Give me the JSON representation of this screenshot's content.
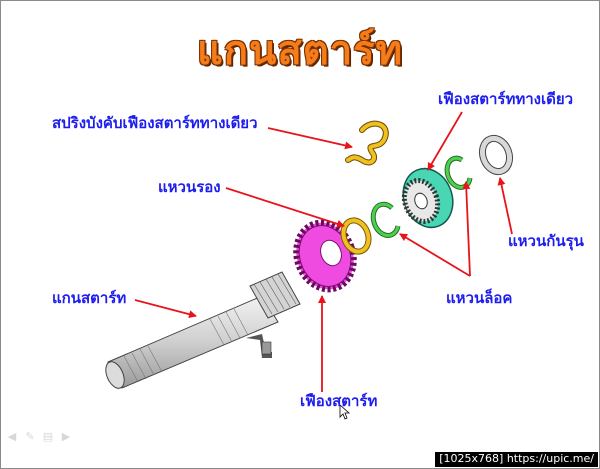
{
  "title": "แกนสตาร์ท",
  "labels": {
    "spring": "สปริงบังคับเฟืองสตาร์ททางเดียว",
    "oneway_gear": "เฟืองสตาร์ททางเดียว",
    "washer": "แหวนรอง",
    "thrust_washer": "แหวนกันรุน",
    "shaft": "แกนสตาร์ท",
    "circlip": "แหวนล็อค",
    "starter_gear": "เฟืองสตาร์ท"
  },
  "toolbar": {
    "icons": [
      "prev-arrow-icon",
      "pen-icon",
      "slide-menu-icon",
      "next-arrow-icon"
    ]
  },
  "watermark": "[1025x768] https://upic.me/",
  "colors": {
    "title": "#f47c1a",
    "label": "#1d1df0",
    "arrow": "#e8131b",
    "spring": "#f0c020",
    "oneway_gear": "#49d6b5",
    "circlip": "#4cd14c",
    "starter_gear": "#f04be0",
    "washer": "#f0c020",
    "thrust_washer": "#c8c8c8",
    "shaft": "#c8c8c8"
  }
}
